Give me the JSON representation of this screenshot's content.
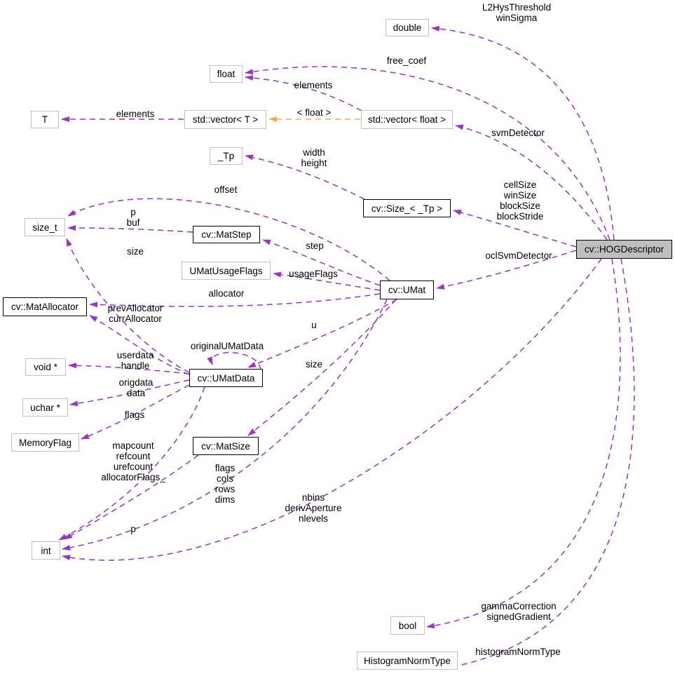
{
  "diagram": {
    "kind": "doxygen-collaboration-graph",
    "edge_color": "#9a32cd",
    "template_edge_color": "#ffa843",
    "current_node_fill": "#bfbfbf",
    "nodes": {
      "double_": {
        "label": "double"
      },
      "float_": {
        "label": "float"
      },
      "t": {
        "label": "T"
      },
      "vector_t": {
        "label": "std::vector< T >"
      },
      "vector_float": {
        "label": "std::vector< float >"
      },
      "tp": {
        "label": "_Tp"
      },
      "size_tpl": {
        "label": "cv::Size_< _Tp >"
      },
      "size_t_": {
        "label": "size_t"
      },
      "matstep": {
        "label": "cv::MatStep"
      },
      "umatusageflags": {
        "label": "UMatUsageFlags"
      },
      "umat": {
        "label": "cv::UMat"
      },
      "matallocator": {
        "label": "cv::MatAllocator"
      },
      "void_ptr": {
        "label": "void *"
      },
      "umatdata": {
        "label": "cv::UMatData"
      },
      "uchar_ptr": {
        "label": "uchar *"
      },
      "memoryflag": {
        "label": "MemoryFlag"
      },
      "matsize": {
        "label": "cv::MatSize"
      },
      "int_": {
        "label": "int"
      },
      "bool_": {
        "label": "bool"
      },
      "histogramnormtype": {
        "label": "HistogramNormType"
      },
      "hogdescriptor": {
        "label": "cv::HOGDescriptor"
      }
    },
    "edge_labels": {
      "l2hys_winsigma": "L2HysThreshold\nwinSigma",
      "free_coef": "free_coef",
      "elements_float": "elements",
      "elements_t": "elements",
      "template_float": "< float >",
      "svmdetector": "svmDetector",
      "width_height": "width\nheight",
      "cellsize_group": "cellSize\nwinSize\nblockSize\nblockStride",
      "offset": "offset",
      "p_buf": "p\nbuf",
      "size_to_size_t": "size",
      "step": "step",
      "usageflags": "usageFlags",
      "oclsvmdetector": "oclSvmDetector",
      "allocator": "allocator",
      "prev_curr_allocator": "prevAllocator\ncurrAllocator",
      "u": "u",
      "originalumatdata": "originalUMatData",
      "userdata_handle": "userdata\nhandle",
      "origdata_data": "origdata\ndata",
      "flags_memory": "flags",
      "mapcount_group": "mapcount\nrefcount\nurefcount\nallocatorFlags_",
      "size_to_matsize": "size",
      "flags_cols_rows_dims": "flags\ncols\nrows\ndims",
      "nbins_group": "nbins\nderivAperture\nnlevels",
      "p_int": "p",
      "gamma_signed": "gammaCorrection\nsignedGradient",
      "histogramnormtype_label": "histogramNormType"
    }
  }
}
